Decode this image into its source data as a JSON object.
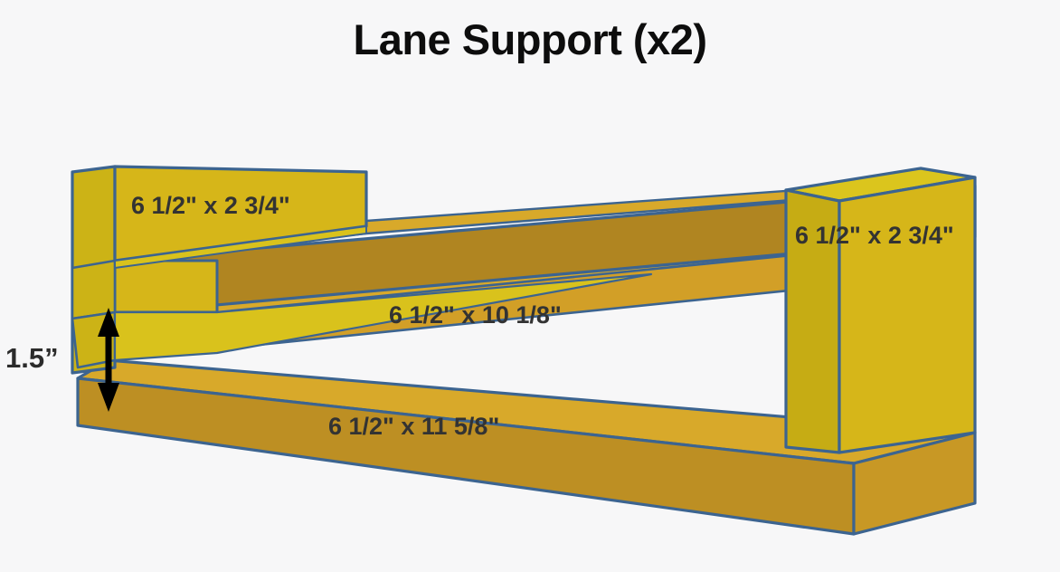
{
  "title": "Lane Support (x2)",
  "labels": {
    "left_post": "6 1/2\" x 2 3/4\"",
    "right_post": "6 1/2\" x 2 3/4\"",
    "middle_board": "6 1/2\" x 10 1/8\"",
    "bottom_board": "6 1/2\" x 11 5/8\"",
    "thickness": "1.5”"
  },
  "colors": {
    "background": "#f7f7f8",
    "outline": "#3c6490",
    "title_text": "#0d0d0d",
    "label_text": "#333333",
    "wood_face_bright": "#d6b619",
    "wood_face_olive": "#c6ac14",
    "wood_top_light": "#d9c21c",
    "wood_board_front_dark": "#b08521",
    "wood_board_top": "#d8a92a",
    "wood_board_front_mid": "#c2921f",
    "arrow": "#000000"
  }
}
